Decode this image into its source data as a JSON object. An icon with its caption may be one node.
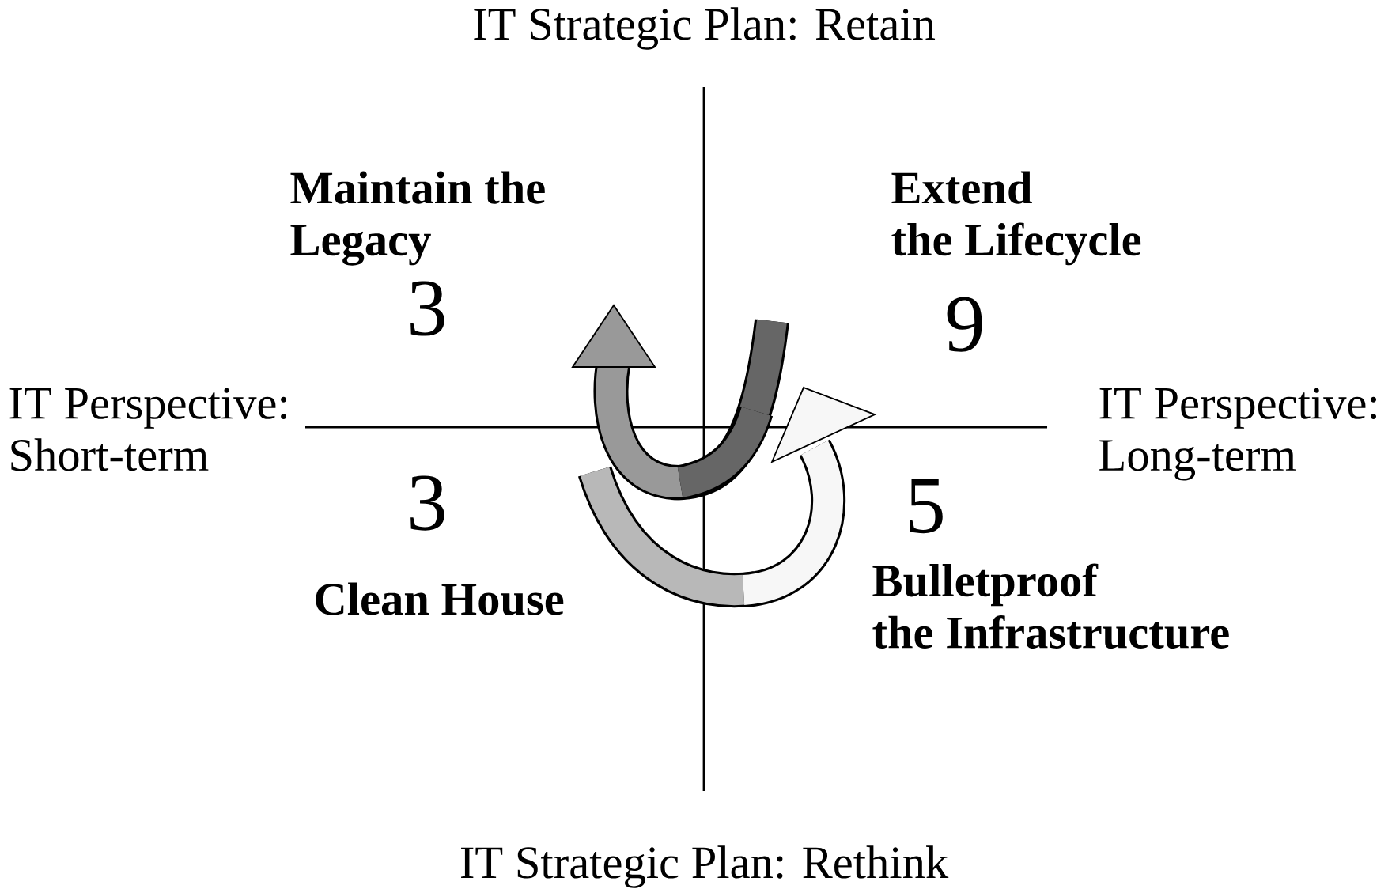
{
  "diagram": {
    "labels": [
      "IT Strategic Plan: Retain",
      "Maintain the Legacy",
      "Extend the Lifecycle",
      "3",
      "9",
      "IT Perspective: Short-term",
      "IT Perspective: Long-term",
      "3",
      "5",
      "Clean House",
      "Bulletproof the Infrastructure",
      "IT Strategic Plan: Rethink"
    ]
  }
}
